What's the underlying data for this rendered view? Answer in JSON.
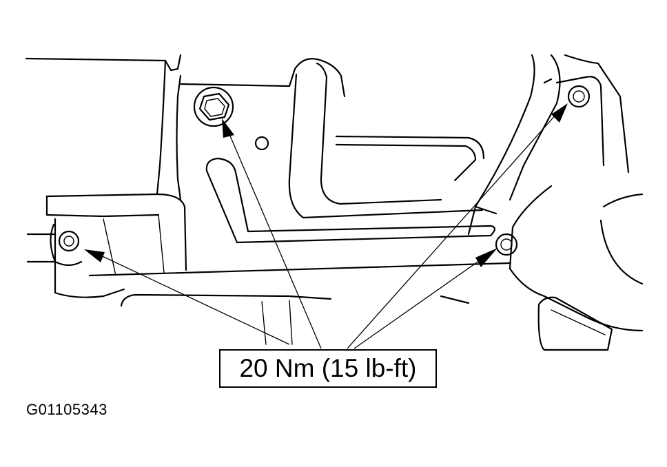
{
  "callout": {
    "torque": "20 Nm (15 lb-ft)"
  },
  "figure": {
    "id": "G01105343"
  },
  "colors": {
    "ink": "#000000",
    "paper": "#ffffff"
  },
  "fasteners": [
    {
      "name": "bolt-left"
    },
    {
      "name": "bolt-top-center"
    },
    {
      "name": "bolt-top-right"
    },
    {
      "name": "bolt-lower-right"
    }
  ]
}
